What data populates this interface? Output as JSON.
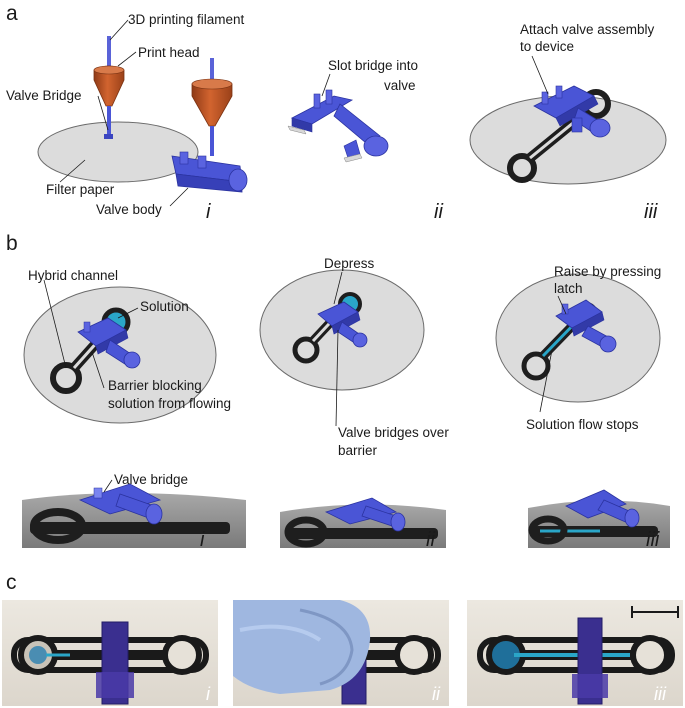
{
  "panels": {
    "a": {
      "letter": "a",
      "labels": {
        "filament": "3D printing filament",
        "print_head": "Print head",
        "valve_bridge": "Valve Bridge",
        "filter_paper": "Filter paper",
        "valve_body": "Valve body",
        "slot_line1": "Slot bridge into",
        "slot_line2": "valve",
        "attach_line1": "Attach valve assembly",
        "attach_line2": "to device"
      },
      "steps": [
        "i",
        "ii",
        "iii"
      ]
    },
    "b": {
      "letter": "b",
      "labels": {
        "hybrid_channel": "Hybrid channel",
        "solution": "Solution",
        "barrier_line1": "Barrier blocking",
        "barrier_line2": "solution from flowing",
        "depress": "Depress",
        "bridges_line1": "Valve bridges over",
        "bridges_line2": "barrier",
        "raise_line1": "Raise by pressing",
        "raise_line2": "latch",
        "flow_stops": "Solution flow stops",
        "valve_bridge": "Valve bridge"
      },
      "steps": [
        "i",
        "ii",
        "iii"
      ]
    },
    "c": {
      "letter": "c",
      "steps": [
        "i",
        "ii",
        "iii"
      ]
    }
  },
  "colors": {
    "valve_blue": "#4a55d6",
    "valve_dark": "#2b33a0",
    "print_head": "#c4552a",
    "paper": "#dcdcdc",
    "channel": "#1e1e1e",
    "solution": "#2aa6c8",
    "photo_bg": "#e6e1d8"
  }
}
